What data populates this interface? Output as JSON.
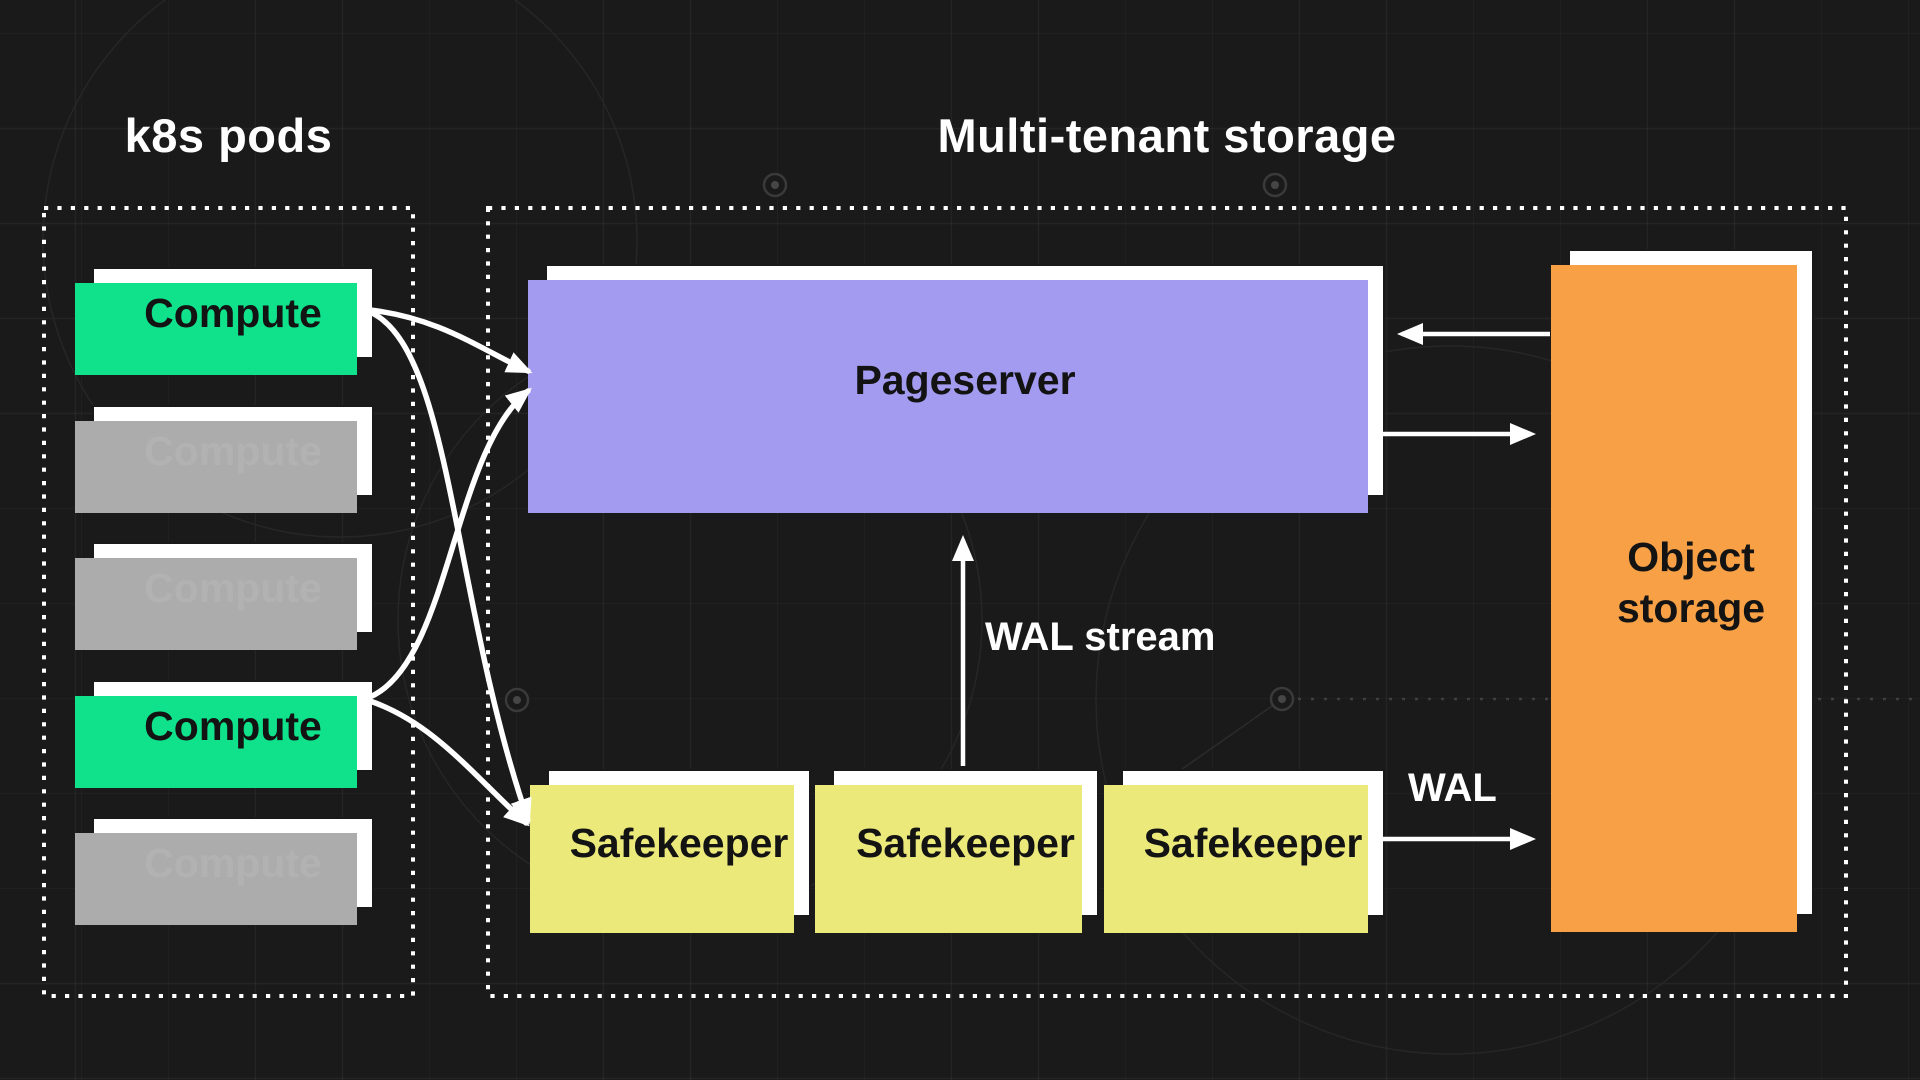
{
  "page": {
    "background": "#1a1a1a"
  },
  "sections": {
    "k8s_pods": {
      "title": "k8s pods"
    },
    "multi_tenant": {
      "title": "Multi-tenant storage"
    }
  },
  "compute_boxes": [
    {
      "label": "Compute",
      "state": "active"
    },
    {
      "label": "Compute",
      "state": "inactive"
    },
    {
      "label": "Compute",
      "state": "inactive"
    },
    {
      "label": "Compute",
      "state": "active"
    },
    {
      "label": "Compute",
      "state": "inactive"
    }
  ],
  "pageserver": {
    "label": "Pageserver"
  },
  "safekeepers": [
    {
      "label": "Safekeeper"
    },
    {
      "label": "Safekeeper"
    },
    {
      "label": "Safekeeper"
    }
  ],
  "object_storage": {
    "label": "Object storage"
  },
  "annotations": {
    "wal_stream": "WAL stream",
    "wal": "WAL"
  },
  "colors": {
    "page_bg": "#1a1a1a",
    "title_text": "#ffffff",
    "box_text": "#131313",
    "inactive_text": "#b2b2b2",
    "active_accent": "#10e28c",
    "inactive_accent": "#acacac",
    "pageserver_accent": "#a39bf0",
    "safekeeper_accent": "#ece97b",
    "object_accent": "#f7a046",
    "arrow": "#ffffff",
    "dotted_border": "#ffffff"
  }
}
